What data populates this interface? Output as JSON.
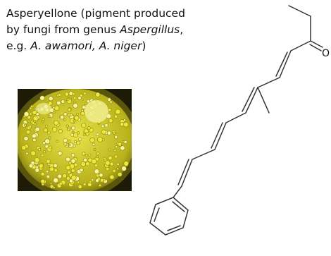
{
  "caption": {
    "line1": "Asperyellone (pigment produced",
    "line2_prefix": "by fungi from genus ",
    "line2_genus": "Aspergillus",
    "line2_suffix": ",",
    "line3_prefix": "e.g. ",
    "line3_species": "A. awamori, A. niger",
    "line3_suffix": ")"
  },
  "photo": {
    "subject": "yellow fungal colonies in petri dish",
    "colors": {
      "colony": "#ece83a",
      "dark": "#1d1a05",
      "plate": "#8a8412"
    }
  },
  "molecule": {
    "carbonyl_label": "O",
    "bond_color": "#333333"
  }
}
